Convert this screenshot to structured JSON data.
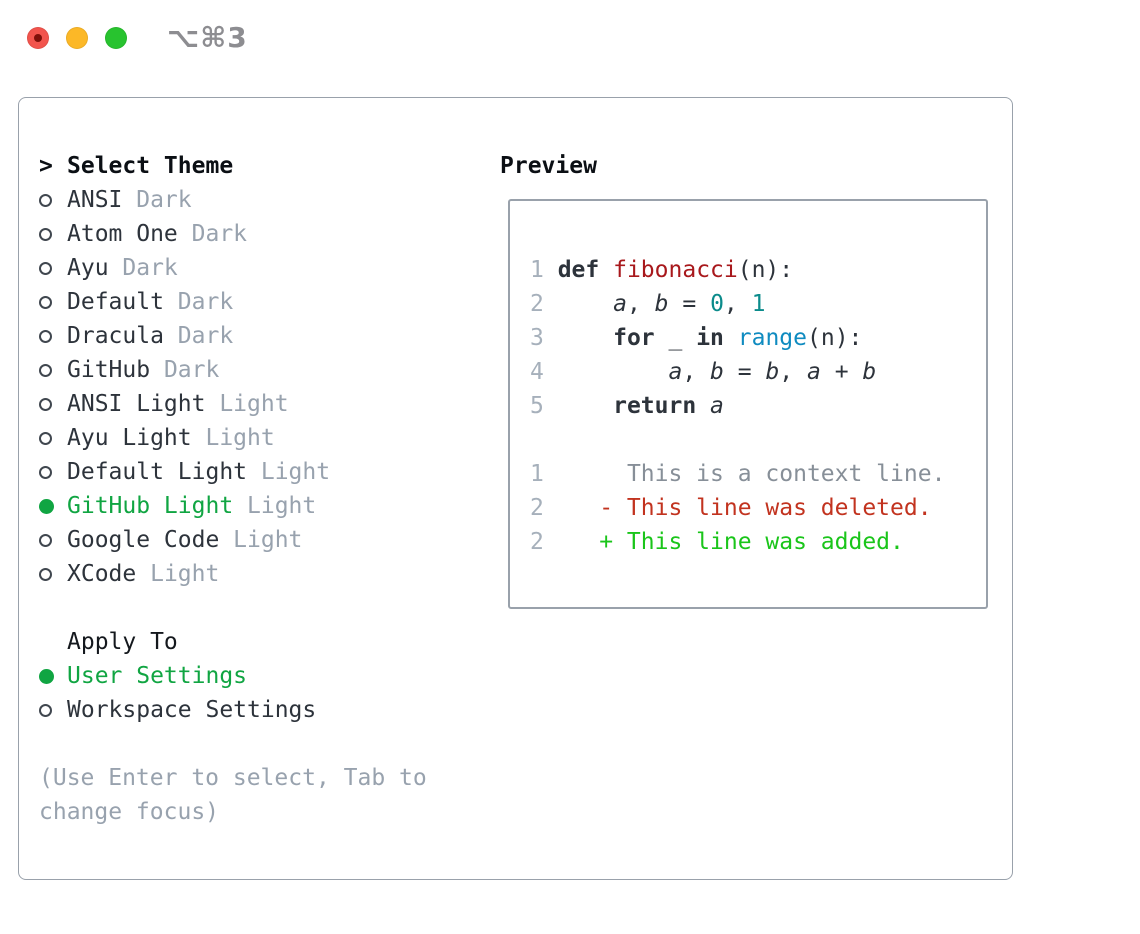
{
  "window": {
    "title": "⌥⌘3"
  },
  "theme_list": {
    "header": {
      "marker": ">",
      "label": "Select Theme"
    },
    "items": [
      {
        "name": "ANSI",
        "variant": "Dark",
        "selected": false
      },
      {
        "name": "Atom One",
        "variant": "Dark",
        "selected": false
      },
      {
        "name": "Ayu",
        "variant": "Dark",
        "selected": false
      },
      {
        "name": "Default",
        "variant": "Dark",
        "selected": false
      },
      {
        "name": "Dracula",
        "variant": "Dark",
        "selected": false
      },
      {
        "name": "GitHub",
        "variant": "Dark",
        "selected": false
      },
      {
        "name": "ANSI Light",
        "variant": "Light",
        "selected": false
      },
      {
        "name": "Ayu Light",
        "variant": "Light",
        "selected": false
      },
      {
        "name": "Default Light",
        "variant": "Light",
        "selected": false
      },
      {
        "name": "GitHub Light",
        "variant": "Light",
        "selected": true
      },
      {
        "name": "Google Code",
        "variant": "Light",
        "selected": false
      },
      {
        "name": "XCode",
        "variant": "Light",
        "selected": false
      }
    ]
  },
  "apply_to": {
    "header": "Apply To",
    "options": [
      {
        "label": "User Settings",
        "selected": true
      },
      {
        "label": "Workspace Settings",
        "selected": false
      }
    ]
  },
  "footer": {
    "line1": "(Use Enter to select, Tab to",
    "line2": "change focus)"
  },
  "preview": {
    "header": "Preview",
    "code_lines": [
      {
        "n": "1",
        "segs": [
          [
            " ",
            "pl"
          ],
          [
            "def",
            "kw"
          ],
          [
            " ",
            "pl"
          ],
          [
            "fibonacci",
            "fn"
          ],
          [
            "(n):",
            "pl"
          ]
        ]
      },
      {
        "n": "2",
        "segs": [
          [
            "     ",
            "pl"
          ],
          [
            "a",
            "var"
          ],
          [
            ", ",
            "pl"
          ],
          [
            "b",
            "var"
          ],
          [
            " = ",
            "pl"
          ],
          [
            "0",
            "num"
          ],
          [
            ", ",
            "pl"
          ],
          [
            "1",
            "num"
          ]
        ]
      },
      {
        "n": "3",
        "segs": [
          [
            "     ",
            "pl"
          ],
          [
            "for",
            "kw"
          ],
          [
            " _ ",
            "pl"
          ],
          [
            "in",
            "kw"
          ],
          [
            " ",
            "pl"
          ],
          [
            "range",
            "bi"
          ],
          [
            "(n):",
            "pl"
          ]
        ]
      },
      {
        "n": "4",
        "segs": [
          [
            "         ",
            "pl"
          ],
          [
            "a",
            "var"
          ],
          [
            ", ",
            "pl"
          ],
          [
            "b",
            "var"
          ],
          [
            " = ",
            "pl"
          ],
          [
            "b",
            "var"
          ],
          [
            ", ",
            "pl"
          ],
          [
            "a",
            "var"
          ],
          [
            " + ",
            "pl"
          ],
          [
            "b",
            "var"
          ]
        ]
      },
      {
        "n": "5",
        "segs": [
          [
            "     ",
            "pl"
          ],
          [
            "return",
            "kw"
          ],
          [
            " ",
            "pl"
          ],
          [
            "a",
            "var"
          ]
        ]
      },
      {
        "n": "",
        "segs": []
      },
      {
        "n": "1",
        "segs": [
          [
            "      ",
            "pl"
          ],
          [
            "This is a context line.",
            "ctx"
          ]
        ]
      },
      {
        "n": "2",
        "segs": [
          [
            "    ",
            "pl"
          ],
          [
            "- This line was deleted.",
            "del"
          ]
        ]
      },
      {
        "n": "2",
        "segs": [
          [
            "    ",
            "pl"
          ],
          [
            "+ This line was added.",
            "add"
          ]
        ]
      }
    ]
  },
  "colors": {
    "accent_green": "#10a542",
    "tag_gray": "#98a2ae",
    "fn_red": "#a8181c",
    "num_teal": "#0b8b8b",
    "bi_blue": "#0f8bc0",
    "ctx_gray": "#878f98",
    "del_red": "#c2331f",
    "add_green": "#1ac51a",
    "border_gray": "#99a1ab",
    "lnum": "#a6b0bb"
  }
}
